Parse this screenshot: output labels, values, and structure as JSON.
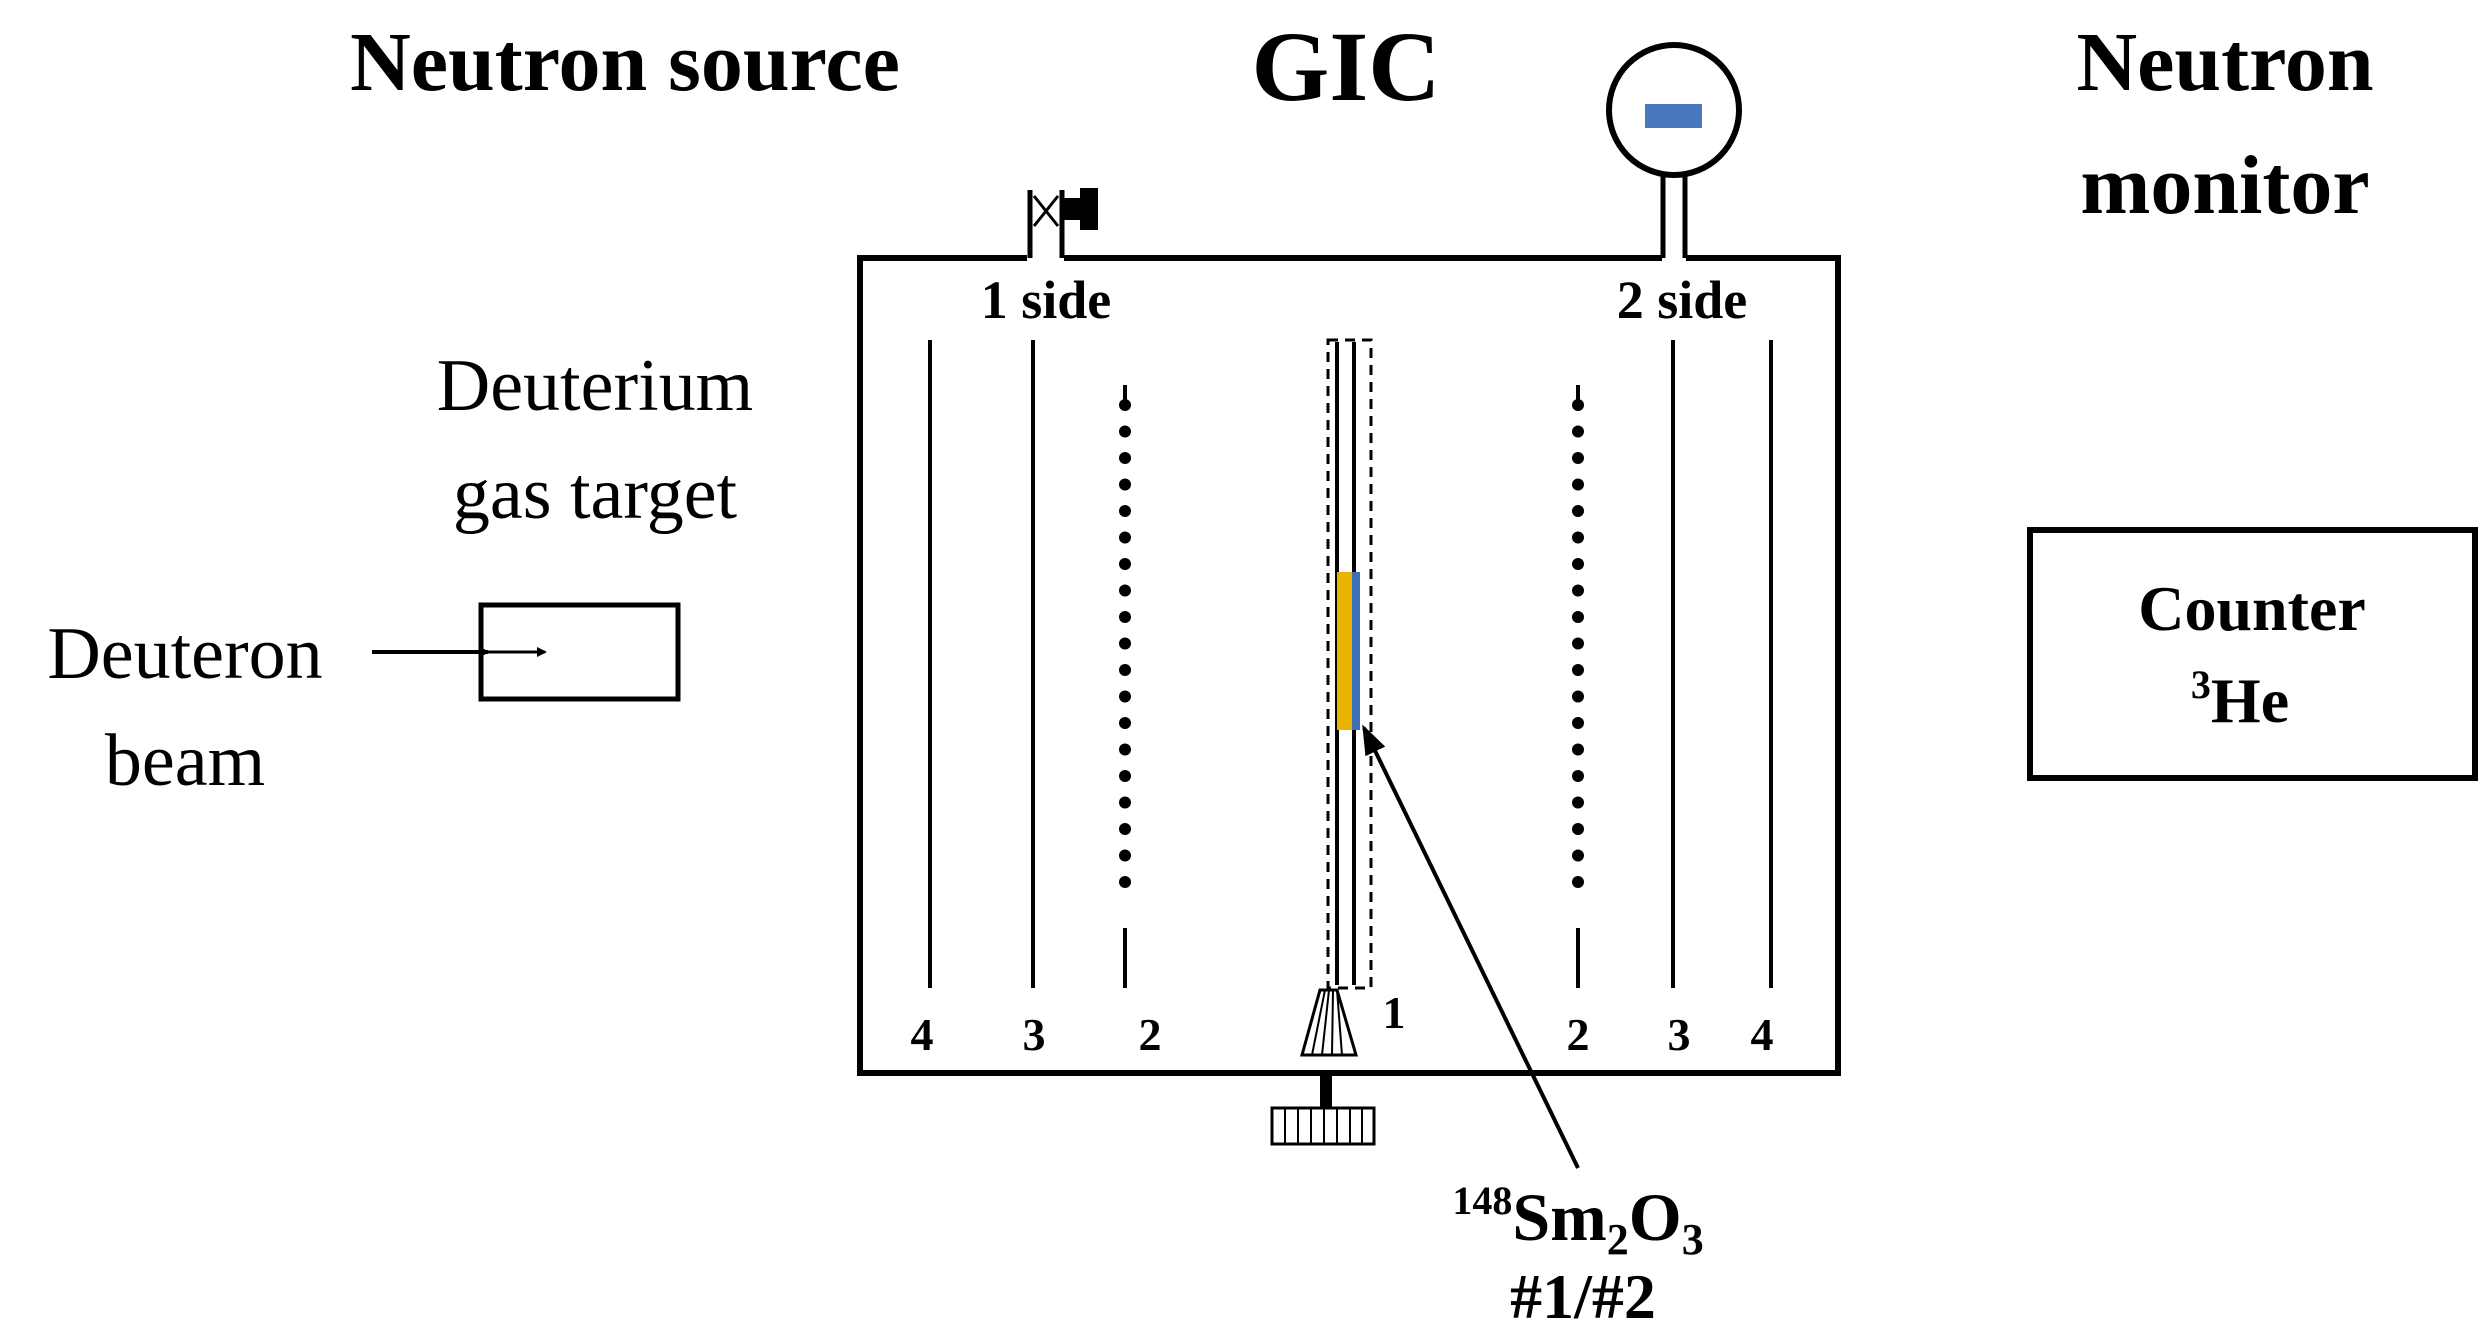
{
  "headers": {
    "neutron_source": "Neutron source",
    "gic": "GIC",
    "neutron_monitor_line1": "Neutron",
    "neutron_monitor_line2": "monitor"
  },
  "source": {
    "target_line1": "Deuterium",
    "target_line2": "gas target",
    "beam_line1": "Deuteron",
    "beam_line2": "beam"
  },
  "chamber": {
    "side1": "1 side",
    "side2": "2 side",
    "electrode_labels_left": [
      "4",
      "3",
      "2"
    ],
    "electrode_label_center": "1",
    "electrode_labels_right": [
      "2",
      "3",
      "4"
    ]
  },
  "sample": {
    "isotope": "148",
    "element": "Sm",
    "sub1": "2",
    "element2": "O",
    "sub2": "3",
    "ids": "#1/#2"
  },
  "monitor": {
    "counter_line1": "Counter",
    "he_sup": "3",
    "he": "He"
  },
  "colors": {
    "sample_yellow": "#E8B400",
    "sample_blue": "#3F6FB5",
    "gauge_blue": "#4A78BE",
    "line": "#000000"
  }
}
